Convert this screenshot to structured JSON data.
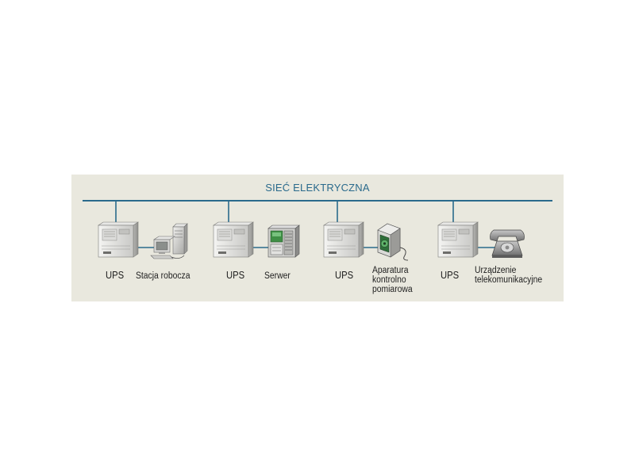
{
  "diagram": {
    "bus_label": "SIEĆ ELEKTRYCZNA",
    "colors": {
      "bus_line": "#2a6a8c",
      "panel_bg": "#e9e8de",
      "device_body": "#d6d6d4",
      "screen_green": "#3f8f45",
      "phone_body": "#9b9b9b"
    },
    "groups": [
      {
        "ups_label": "UPS",
        "device_label": "Stacja robocza",
        "device_icon": "workstation-icon"
      },
      {
        "ups_label": "UPS",
        "device_label": "Serwer",
        "device_icon": "server-icon"
      },
      {
        "ups_label": "UPS",
        "device_label": "Aparatura\nkontrolno\npomiarowa",
        "device_icon": "measurement-instrument-icon"
      },
      {
        "ups_label": "UPS",
        "device_label": "Urządzenie\ntelekomunikacyjne",
        "device_icon": "telephone-icon"
      }
    ]
  }
}
